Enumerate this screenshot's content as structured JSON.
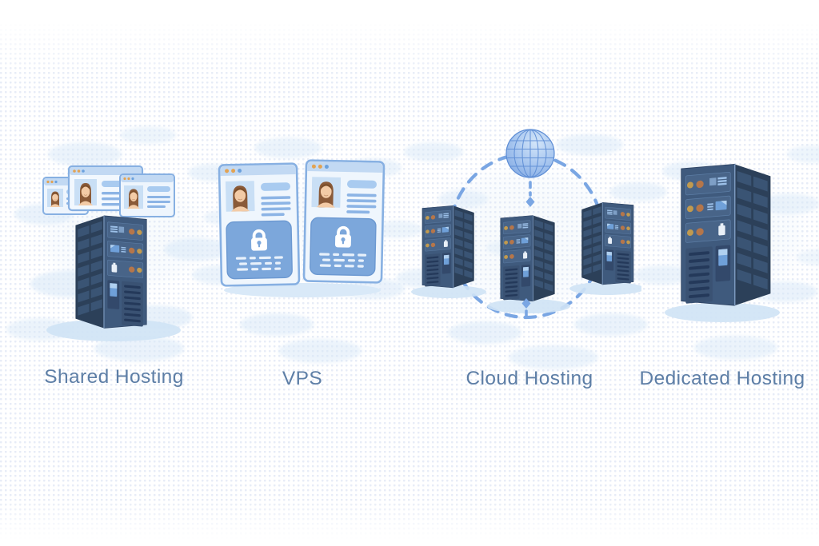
{
  "items": [
    {
      "id": "shared-hosting",
      "label": "Shared Hosting",
      "icon": "shared-hosting-illustration",
      "depicts": "three overlapping browser windows with user avatars above one server tower"
    },
    {
      "id": "vps",
      "label": "VPS",
      "icon": "vps-illustration",
      "depicts": "two side-by-side browser partitions, each with a user avatar and a locked panel"
    },
    {
      "id": "cloud-hosting",
      "label": "Cloud Hosting",
      "icon": "cloud-hosting-illustration",
      "depicts": "a wireframe globe linked by a dashed ring and arrows to three server towers"
    },
    {
      "id": "dedicated-hosting",
      "label": "Dedicated Hosting",
      "icon": "dedicated-hosting-illustration",
      "depicts": "one large dedicated server tower"
    }
  ],
  "colors": {
    "label_text": "#5d7ea6",
    "dashed_network": "#7aa6e3",
    "server_front": "#3f5a7d",
    "server_side": "#2c4059",
    "status_light_orange": "#b5764a",
    "status_light_gold": "#c19a4f",
    "screen_blue": "#6fa0d9",
    "window_frame": "#87b0e2",
    "window_titlebar": "#c2d9f3",
    "window_dot_orange": "#e2a353",
    "window_dot_blue": "#6ba1dd",
    "lock_card": "#7ca7db",
    "globe_fill": "#9dc0ee",
    "globe_lines": "#5c8cd4",
    "cloud_blob": "#d9e9f8",
    "ground_shadow": "#cfe3f5",
    "background": "#ffffff"
  }
}
